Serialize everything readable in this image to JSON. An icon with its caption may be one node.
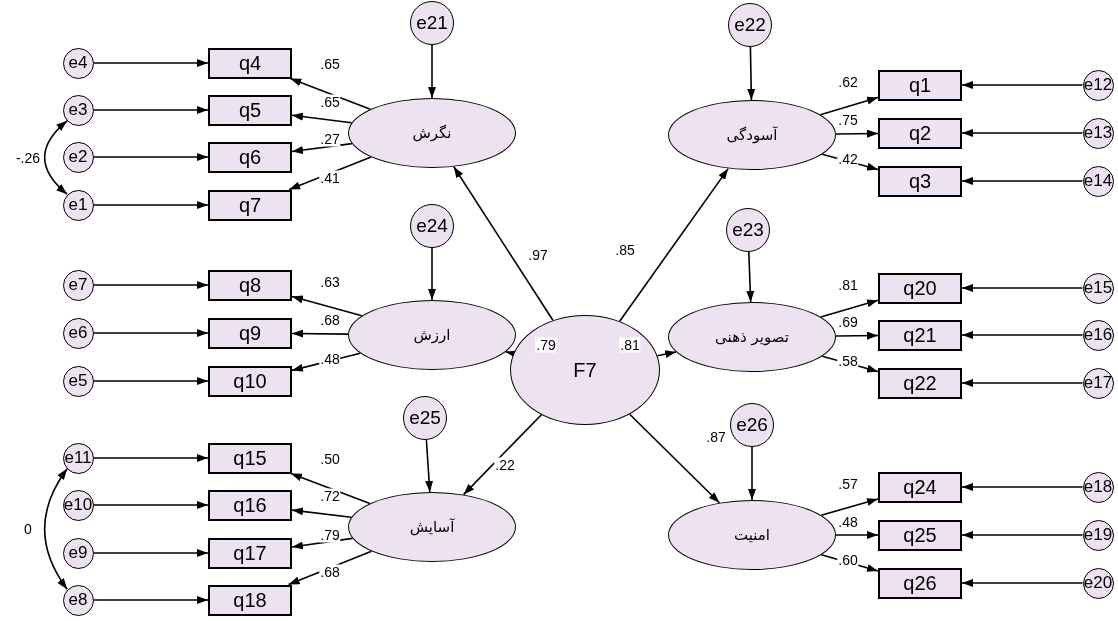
{
  "diagram": {
    "nodes": [
      {
        "text": [
          "F7"
        ]
      },
      {
        "text": [
          "نگرش"
        ]
      },
      {
        "text": [
          "ارزش"
        ]
      },
      {
        "text": [
          "آسایش"
        ]
      },
      {
        "text": [
          "آسودگی"
        ]
      },
      {
        "text": [
          "تصویر ذهنی"
        ]
      },
      {
        "text": [
          "امنیت"
        ]
      },
      {
        "text": [
          "e21"
        ]
      },
      {
        "text": [
          "e24"
        ]
      },
      {
        "text": [
          "e25"
        ]
      },
      {
        "text": [
          "e22"
        ]
      },
      {
        "text": [
          "e23"
        ]
      },
      {
        "text": [
          "e26"
        ]
      },
      {
        "text": [
          "q4"
        ]
      },
      {
        "text": [
          "q5"
        ]
      },
      {
        "text": [
          "q6"
        ]
      },
      {
        "text": [
          "q7"
        ]
      },
      {
        "text": [
          "q8"
        ]
      },
      {
        "text": [
          "q9"
        ]
      },
      {
        "text": [
          "q10"
        ]
      },
      {
        "text": [
          "q15"
        ]
      },
      {
        "text": [
          "q16"
        ]
      },
      {
        "text": [
          "q17"
        ]
      },
      {
        "text": [
          "q18"
        ]
      },
      {
        "text": [
          "q1"
        ]
      },
      {
        "text": [
          "q2"
        ]
      },
      {
        "text": [
          "q3"
        ]
      },
      {
        "text": [
          "q20"
        ]
      },
      {
        "text": [
          "q21"
        ]
      },
      {
        "text": [
          "q22"
        ]
      },
      {
        "text": [
          "q24"
        ]
      },
      {
        "text": [
          "q25"
        ]
      },
      {
        "text": [
          "q26"
        ]
      },
      {
        "text": [
          "e4"
        ]
      },
      {
        "text": [
          "e3"
        ]
      },
      {
        "text": [
          "e2"
        ]
      },
      {
        "text": [
          "e1"
        ]
      },
      {
        "text": [
          "e7"
        ]
      },
      {
        "text": [
          "e6"
        ]
      },
      {
        "text": [
          "e5"
        ]
      },
      {
        "text": [
          "e11"
        ]
      },
      {
        "text": [
          "e10"
        ]
      },
      {
        "text": [
          "e9"
        ]
      },
      {
        "text": [
          "e8"
        ]
      },
      {
        "text": [
          "e12"
        ]
      },
      {
        "text": [
          "e13"
        ]
      },
      {
        "text": [
          "e14"
        ]
      },
      {
        "text": [
          "e15"
        ]
      },
      {
        "text": [
          "e16"
        ]
      },
      {
        "text": [
          "e17"
        ]
      },
      {
        "text": [
          "e18"
        ]
      },
      {
        "text": [
          "e19"
        ]
      },
      {
        "text": [
          "e20"
        ]
      }
    ],
    "edges": [
      {
        "from": 0,
        "to": 1,
        "arrow": "to",
        "label": ".97"
      },
      {
        "from": 0,
        "to": 2,
        "arrow": "to",
        "label": ".79"
      },
      {
        "from": 0,
        "to": 3,
        "arrow": "to",
        "label": ".22"
      },
      {
        "from": 0,
        "to": 4,
        "arrow": "to",
        "label": ".85"
      },
      {
        "from": 0,
        "to": 5,
        "arrow": "to",
        "label": ".81"
      },
      {
        "from": 0,
        "to": 6,
        "arrow": "to",
        "label": ".87"
      },
      {
        "from": 7,
        "to": 1,
        "arrow": "to"
      },
      {
        "from": 8,
        "to": 2,
        "arrow": "to"
      },
      {
        "from": 9,
        "to": 3,
        "arrow": "to"
      },
      {
        "from": 10,
        "to": 4,
        "arrow": "to"
      },
      {
        "from": 11,
        "to": 5,
        "arrow": "to"
      },
      {
        "from": 12,
        "to": 6,
        "arrow": "to"
      },
      {
        "from": 1,
        "to": 13,
        "arrow": "to",
        "label": ".65"
      },
      {
        "from": 1,
        "to": 14,
        "arrow": "to",
        "label": ".65"
      },
      {
        "from": 1,
        "to": 15,
        "arrow": "to",
        "label": ".27"
      },
      {
        "from": 1,
        "to": 16,
        "arrow": "to",
        "label": ".41"
      },
      {
        "from": 2,
        "to": 17,
        "arrow": "to",
        "label": ".63"
      },
      {
        "from": 2,
        "to": 18,
        "arrow": "to",
        "label": ".68"
      },
      {
        "from": 2,
        "to": 19,
        "arrow": "to",
        "label": ".48"
      },
      {
        "from": 3,
        "to": 20,
        "arrow": "to",
        "label": ".50"
      },
      {
        "from": 3,
        "to": 21,
        "arrow": "to",
        "label": ".72"
      },
      {
        "from": 3,
        "to": 22,
        "arrow": "to",
        "label": ".79"
      },
      {
        "from": 3,
        "to": 23,
        "arrow": "to",
        "label": ".68"
      },
      {
        "from": 4,
        "to": 24,
        "arrow": "to",
        "label": ".62"
      },
      {
        "from": 4,
        "to": 25,
        "arrow": "to",
        "label": ".75"
      },
      {
        "from": 4,
        "to": 26,
        "arrow": "to",
        "label": ".42"
      },
      {
        "from": 5,
        "to": 27,
        "arrow": "to",
        "label": ".81"
      },
      {
        "from": 5,
        "to": 28,
        "arrow": "to",
        "label": ".69"
      },
      {
        "from": 5,
        "to": 29,
        "arrow": "to",
        "label": ".58"
      },
      {
        "from": 6,
        "to": 30,
        "arrow": "to",
        "label": ".57"
      },
      {
        "from": 6,
        "to": 31,
        "arrow": "to",
        "label": ".48"
      },
      {
        "from": 6,
        "to": 32,
        "arrow": "to",
        "label": ".60"
      },
      {
        "from": 33,
        "to": 13,
        "arrow": "to"
      },
      {
        "from": 34,
        "to": 14,
        "arrow": "to"
      },
      {
        "from": 35,
        "to": 15,
        "arrow": "to"
      },
      {
        "from": 36,
        "to": 16,
        "arrow": "to"
      },
      {
        "from": 37,
        "to": 17,
        "arrow": "to"
      },
      {
        "from": 38,
        "to": 18,
        "arrow": "to"
      },
      {
        "from": 39,
        "to": 19,
        "arrow": "to"
      },
      {
        "from": 40,
        "to": 20,
        "arrow": "to"
      },
      {
        "from": 41,
        "to": 21,
        "arrow": "to"
      },
      {
        "from": 42,
        "to": 22,
        "arrow": "to"
      },
      {
        "from": 43,
        "to": 23,
        "arrow": "to"
      },
      {
        "from": 44,
        "to": 24,
        "arrow": "to"
      },
      {
        "from": 45,
        "to": 25,
        "arrow": "to"
      },
      {
        "from": 46,
        "to": 26,
        "arrow": "to"
      },
      {
        "from": 47,
        "to": 27,
        "arrow": "to"
      },
      {
        "from": 48,
        "to": 28,
        "arrow": "to"
      },
      {
        "from": 49,
        "to": 29,
        "arrow": "to"
      },
      {
        "from": 50,
        "to": 30,
        "arrow": "to"
      },
      {
        "from": 51,
        "to": 31,
        "arrow": "to"
      },
      {
        "from": 52,
        "to": 32,
        "arrow": "to"
      },
      {
        "from": 34,
        "to": 36,
        "arrow": "both",
        "label": "-.26"
      },
      {
        "from": 40,
        "to": 43,
        "arrow": "both",
        "label": "0"
      }
    ]
  }
}
